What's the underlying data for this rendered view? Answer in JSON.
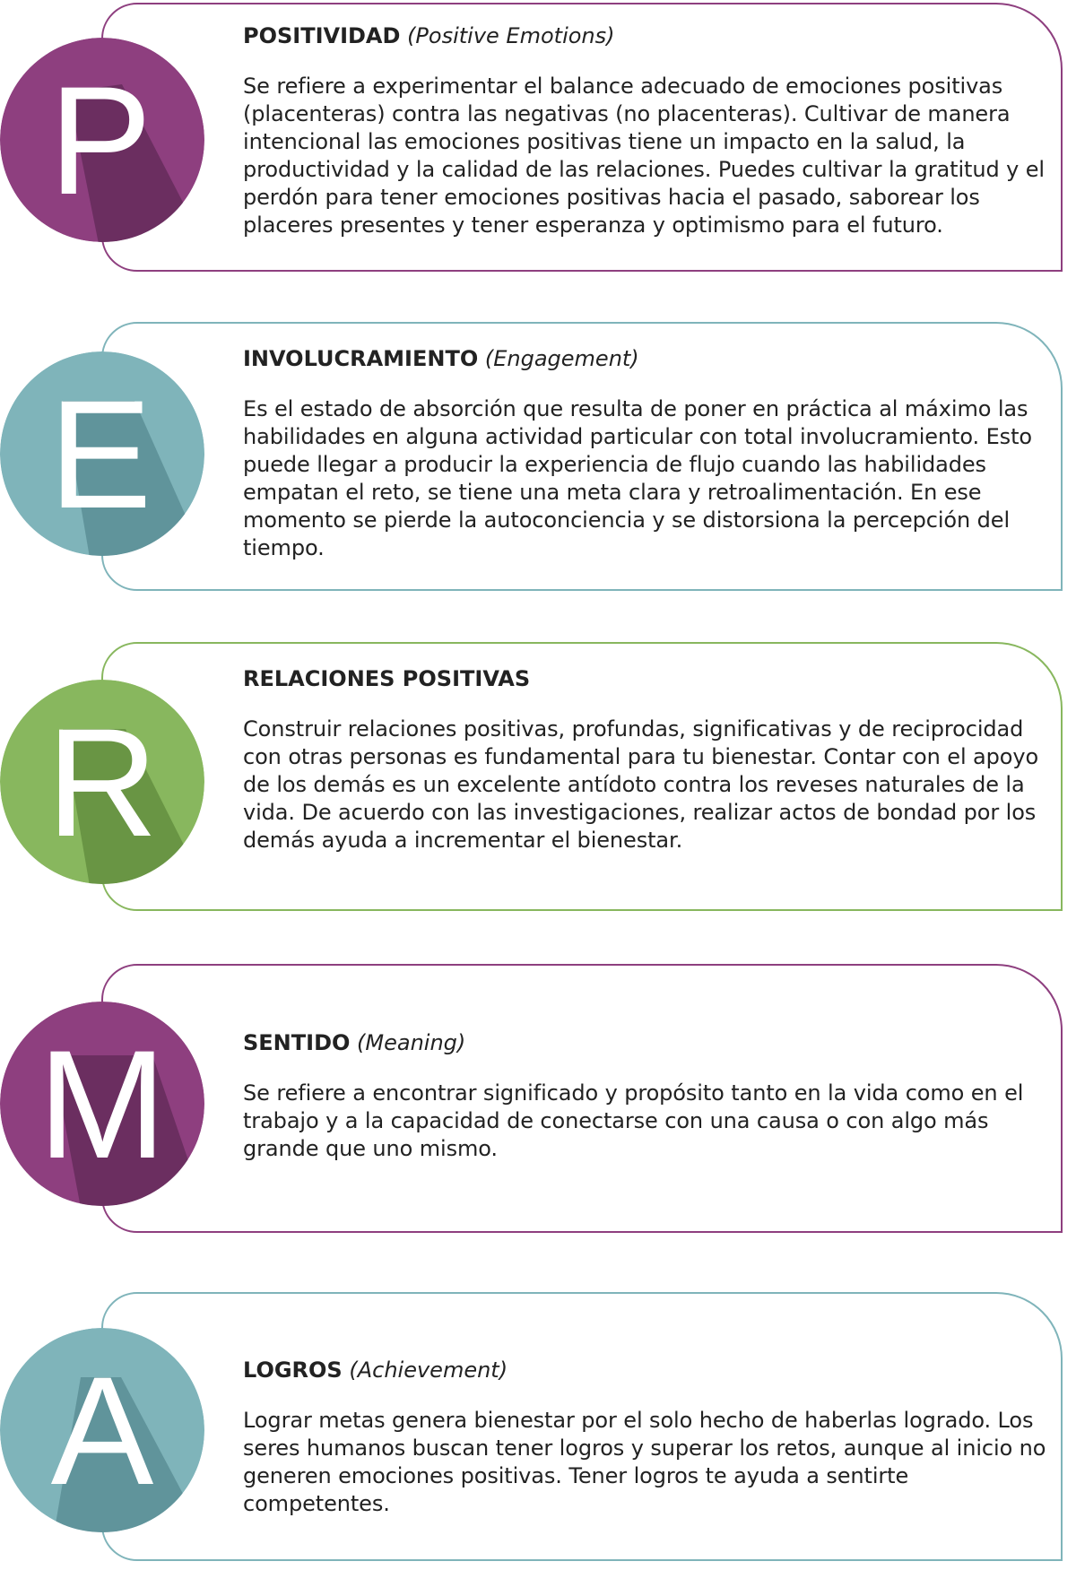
{
  "colors": {
    "purple": "#8e3f7f",
    "purple_shadow": "#5f2a55",
    "teal": "#7fb4ba",
    "teal_shadow": "#568a90",
    "green": "#88b75e",
    "green_shadow": "#5f8a3c"
  },
  "items": [
    {
      "letter": "P",
      "title": "POSITIVIDAD",
      "subtitle": " (Positive Emotions)",
      "text": "Se refiere a experimentar el balance adecuado de emociones positivas (placenteras) contra las negativas (no placenteras). Cultivar de manera intencional las emociones positivas tiene un impacto en la salud, la productividad y la calidad de las relaciones. Puedes cultivar la gratitud y el perdón para tener emociones positivas hacia el pasado, saborear los placeres presentes y tener esperanza y optimismo para el futuro."
    },
    {
      "letter": "E",
      "title": "INVOLUCRAMIENTO",
      "subtitle": " (Engagement)",
      "text": "Es el estado de absorción que resulta de poner en práctica al máximo las habilidades en alguna actividad particular con total involucramiento. Esto puede llegar a producir la experiencia de flujo cuando las habilidades empatan el reto, se tiene una meta clara y retroalimentación. En ese momento se pierde la autoconciencia y se distorsiona la percepción del tiempo."
    },
    {
      "letter": "R",
      "title": "RELACIONES POSITIVAS",
      "subtitle": "",
      "text": "Construir relaciones positivas, profundas, significativas y de reciprocidad con otras personas es fundamental para tu bienestar. Contar con el apoyo de los demás es un excelente antídoto contra los reveses naturales de la vida. De acuerdo con las investigaciones, realizar actos de bondad por los demás ayuda a incrementar el bienestar."
    },
    {
      "letter": "M",
      "title": "SENTIDO",
      "subtitle": " (Meaning)",
      "text": "Se refiere a encontrar significado y propósito tanto en la vida como en el trabajo y a la capacidad de conectarse con una causa o con algo más grande que uno mismo."
    },
    {
      "letter": "A",
      "title": "LOGROS",
      "subtitle": " (Achievement)",
      "text": "Lograr metas genera bienestar por el solo hecho de haberlas logrado. Los seres humanos buscan tener logros y superar los retos, aunque al inicio no generen emociones positivas. Tener logros te ayuda a sentirte competentes."
    }
  ]
}
